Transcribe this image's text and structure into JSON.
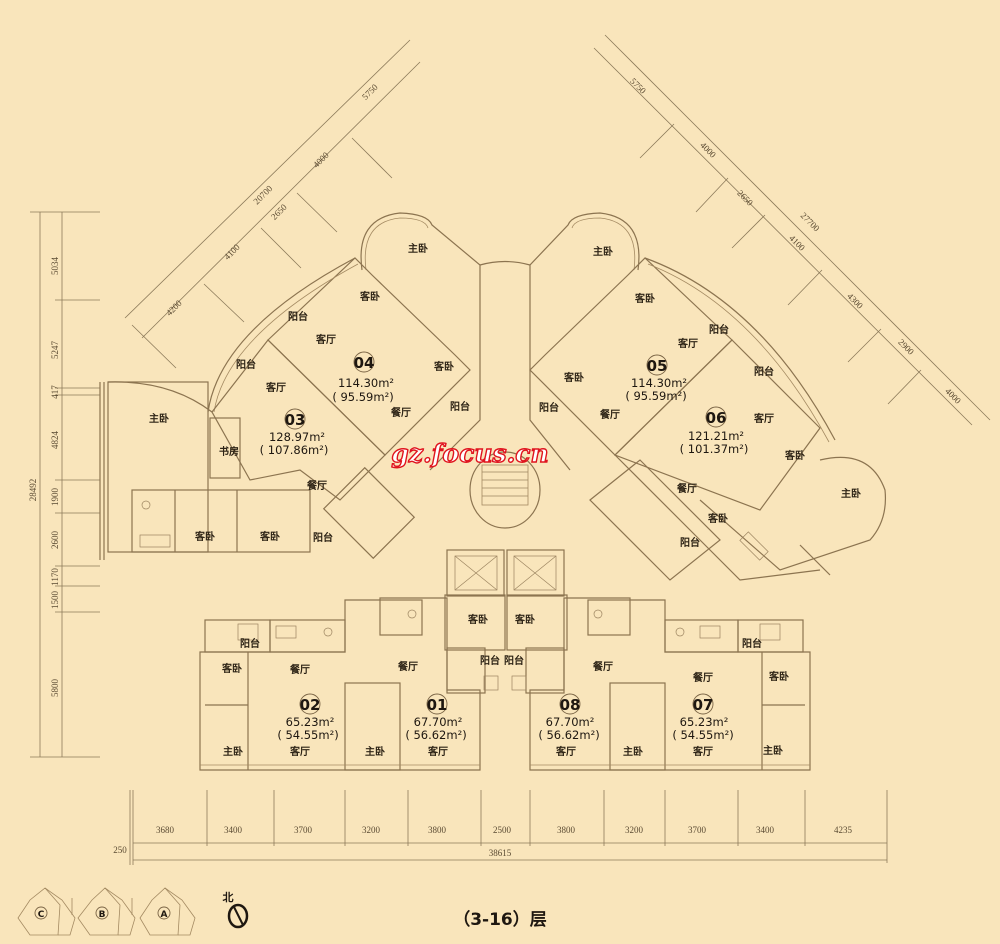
{
  "plan": {
    "floor_title": "（3-16）层",
    "north_label": "北",
    "watermark": "gz.focus.cn",
    "key_plan_blocks": [
      "C",
      "B",
      "A"
    ]
  },
  "units": [
    {
      "id": "01",
      "area": "67.70m²",
      "inner_area": "( 56.62m²)"
    },
    {
      "id": "02",
      "area": "65.23m²",
      "inner_area": "( 54.55m²)"
    },
    {
      "id": "03",
      "area": "128.97m²",
      "inner_area": "( 107.86m²)"
    },
    {
      "id": "04",
      "area": "114.30m²",
      "inner_area": "( 95.59m²)"
    },
    {
      "id": "05",
      "area": "114.30m²",
      "inner_area": "( 95.59m²)"
    },
    {
      "id": "06",
      "area": "121.21m²",
      "inner_area": "( 101.37m²)"
    },
    {
      "id": "07",
      "area": "65.23m²",
      "inner_area": "( 54.55m²)"
    },
    {
      "id": "08",
      "area": "67.70m²",
      "inner_area": "( 56.62m²)"
    }
  ],
  "rooms": [
    "主卧",
    "客卧",
    "阳台",
    "客厅",
    "客卧",
    "阳台",
    "客厅",
    "餐厅",
    "阳台",
    "主卧",
    "书房",
    "餐厅",
    "客卧",
    "客卧",
    "阳台",
    "主卧",
    "客卧",
    "阳台",
    "客厅",
    "客卧",
    "阳台",
    "餐厅",
    "阳台",
    "客厅",
    "客卧",
    "主卧",
    "餐厅",
    "客卧",
    "阳台",
    "阳台",
    "客卧",
    "餐厅",
    "主卧",
    "客厅",
    "主卧",
    "客厅",
    "餐厅",
    "客卧",
    "阳台",
    "客卧",
    "阳台",
    "餐厅",
    "客厅",
    "主卧",
    "阳台",
    "餐厅",
    "客卧",
    "客厅",
    "主卧"
  ],
  "dimensions": {
    "left_vertical": [
      "5034",
      "5247",
      "417",
      "4824",
      "1900",
      "2600",
      "1170",
      "1500",
      "5800"
    ],
    "left_vertical_total": "28492",
    "bottom": [
      "3680",
      "3400",
      "3700",
      "3200",
      "3800",
      "2500",
      "3800",
      "3200",
      "3700",
      "3400",
      "4235"
    ],
    "bottom_offset": "250",
    "bottom_total": "38615",
    "diag_left": [
      "4200",
      "4100",
      "2650",
      "4000",
      "5750"
    ],
    "diag_left_total": "20700",
    "diag_right": [
      "5750",
      "4000",
      "2650",
      "4100",
      "4300",
      "2900",
      "4000"
    ],
    "diag_right_total": "27700"
  }
}
